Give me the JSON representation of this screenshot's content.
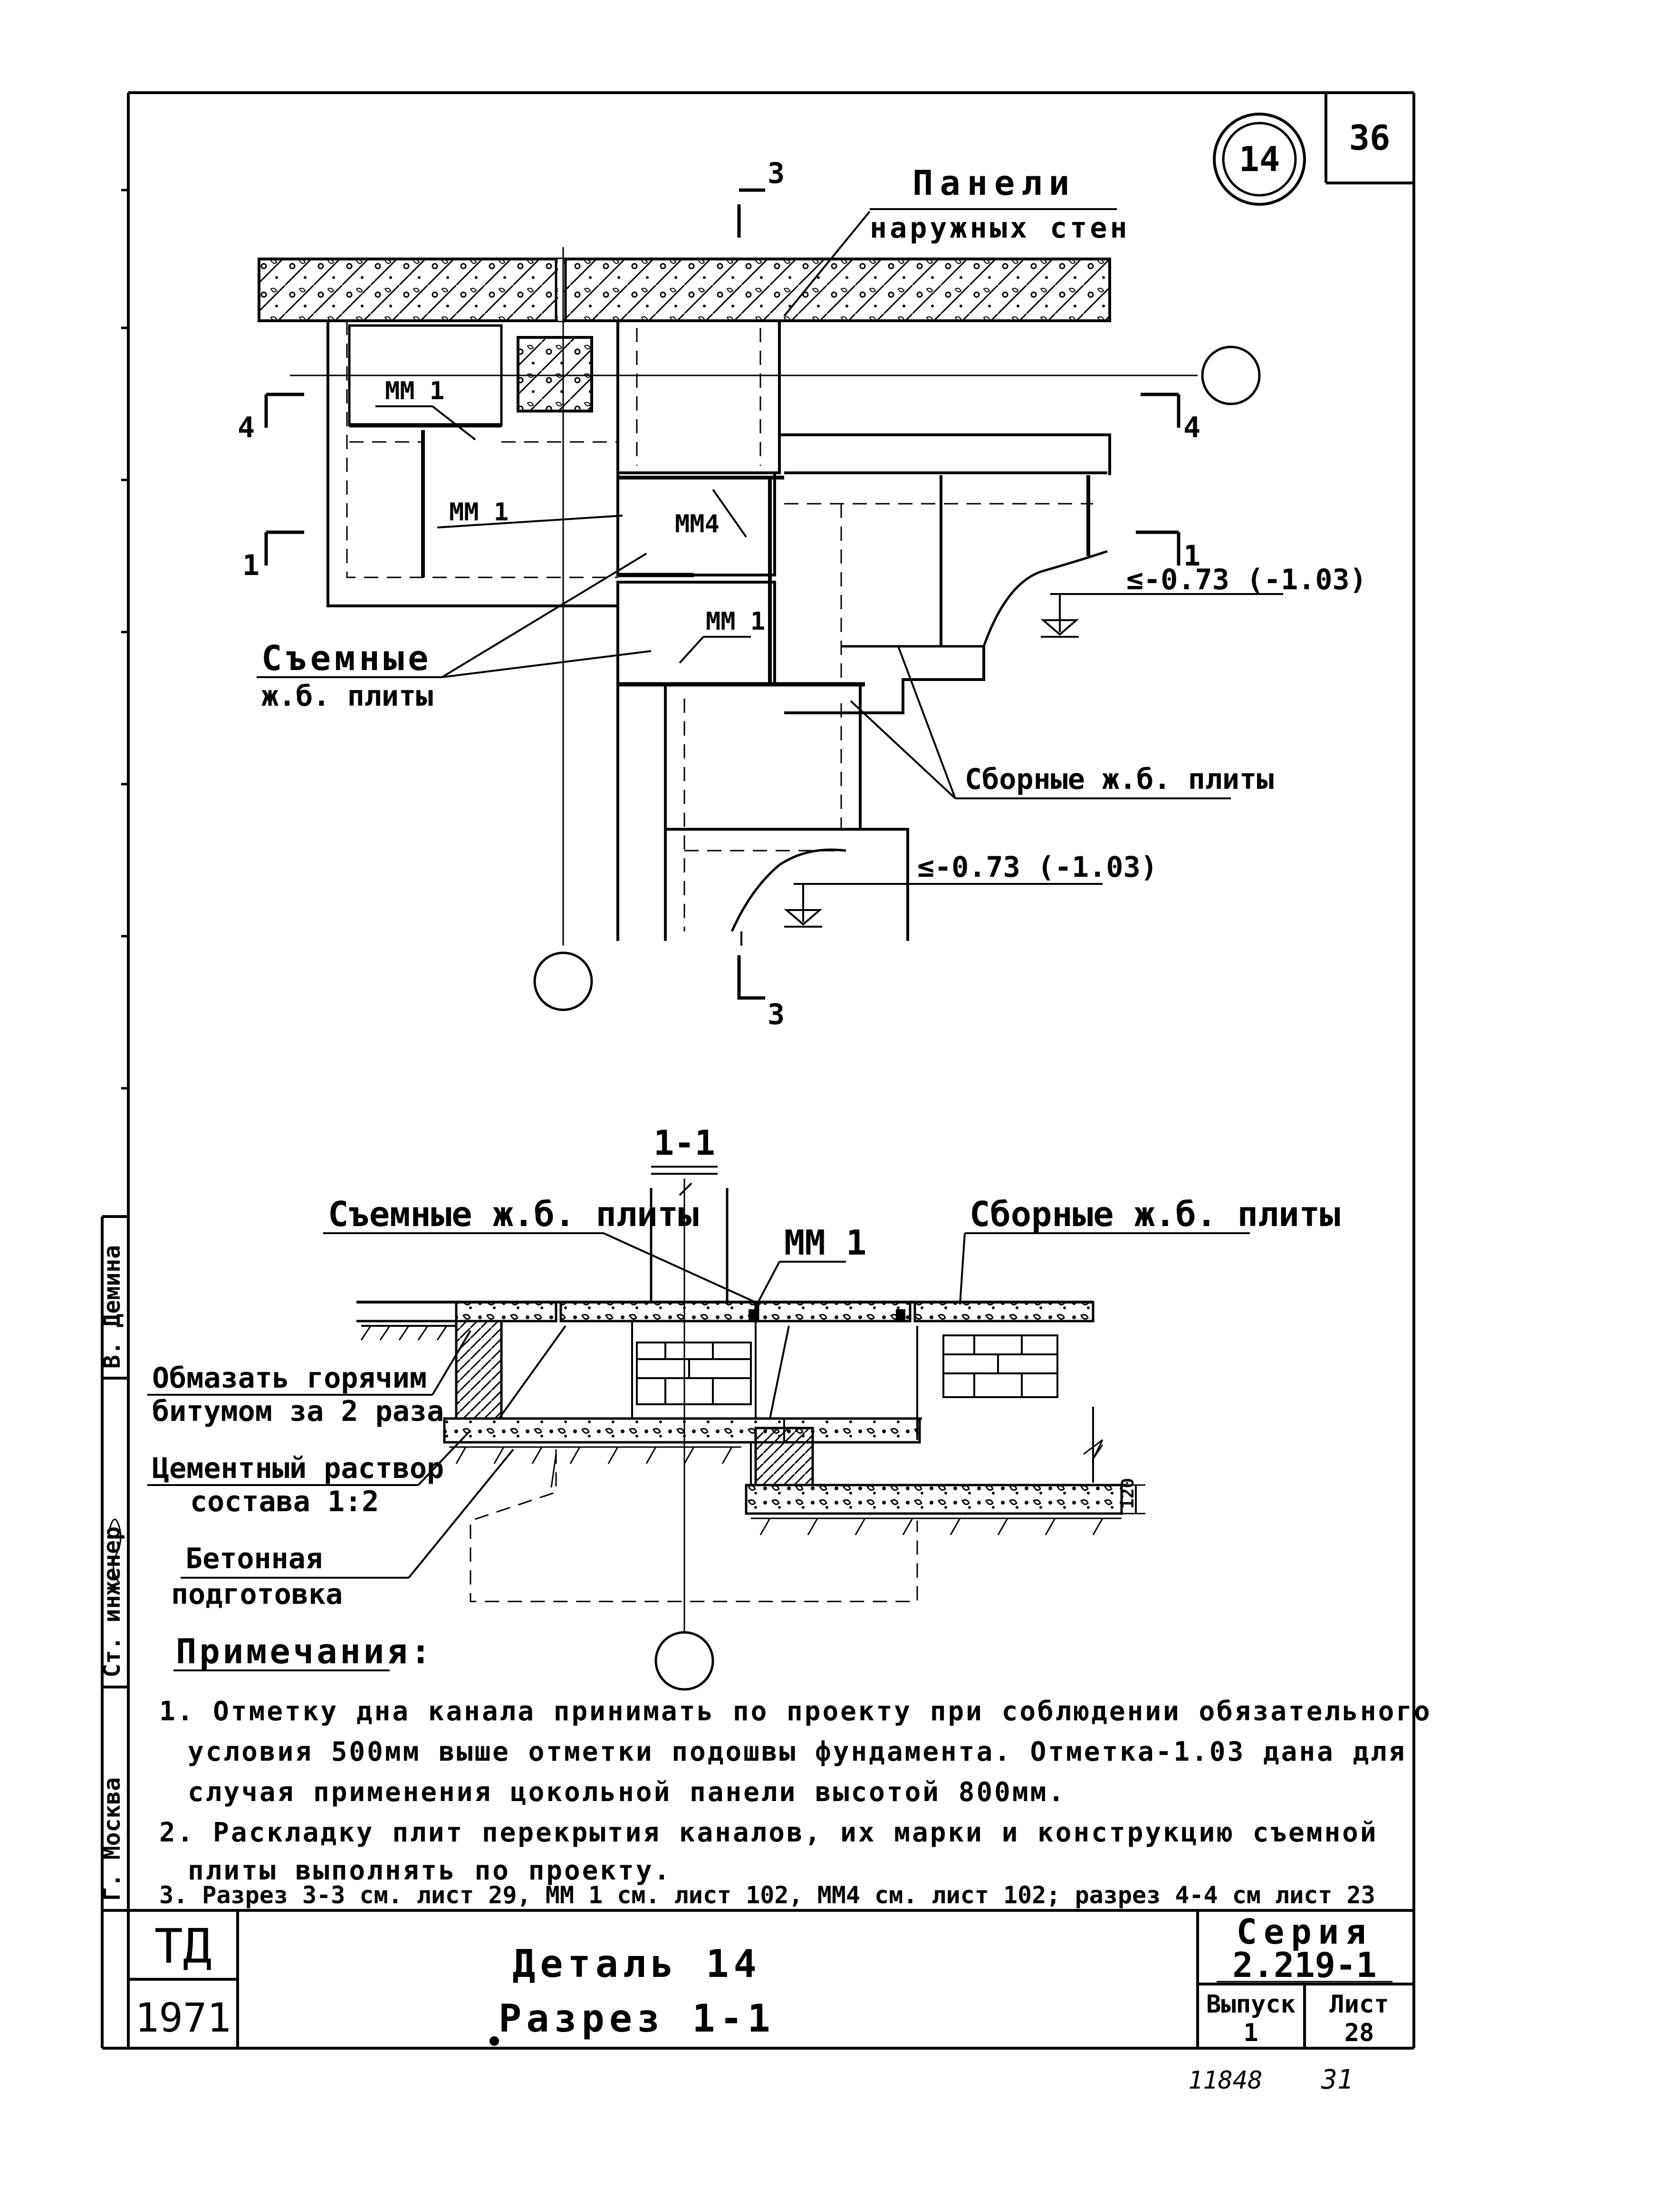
{
  "sheet": {
    "sheet_number": "36",
    "detail_circle": "14",
    "stamp_left_top": "ТД",
    "stamp_left_bottom": "1971",
    "title_line1": "Деталь 14",
    "title_line2": "Разрез 1-1",
    "series_label": "Серия",
    "series_value": "2.219-1",
    "issue_label": "Выпуск",
    "issue_value": "1",
    "list_label": "Лист",
    "list_value": "28",
    "handwritten_bottom": "11848",
    "handwritten_bottom2": "31",
    "side_stamp": [
      "Г. Москва",
      "Ст. инженер",
      "В. Демина"
    ]
  },
  "plan": {
    "label_panels_l1": "Панели",
    "label_panels_l2": "наружных стен",
    "label_removable_l1": "Съемные",
    "label_removable_l2": "ж.б. плиты",
    "label_precast": "Сборные ж.б. плиты",
    "mark_mm1_a": "ММ 1",
    "mark_mm1_b": "ММ 1",
    "mark_mm4": "ММ4",
    "mark_mm1_c": "ММ 1",
    "level_1": "≤-0.73 (-1.03)",
    "level_2": "≤-0.73 (-1.03)",
    "section_3_top": "3",
    "section_3_bottom": "3",
    "section_4_left": "4",
    "section_4_right": "4",
    "section_1_left": "1",
    "section_1_right": "1"
  },
  "section": {
    "title": "1-1",
    "label_removable": "Съемные ж.б. плиты",
    "label_mm1": "ММ 1",
    "label_precast": "Сборные ж.б. плиты",
    "label_bitumen_l1": "Обмазать горячим",
    "label_bitumen_l2": "битумом за 2 раза",
    "label_mortar_l1": "Цементный раствор",
    "label_mortar_l2": "состава 1:2",
    "label_concrete_l1": "Бетонная",
    "label_concrete_l2": "подготовка",
    "dim_120": "120"
  },
  "notes": {
    "heading": "Примечания:",
    "items": [
      "1. Отметку дна канала принимать по проекту при соблюдении обязательного",
      "условия 500мм выше отметки подошвы фундамента. Отметка-1.03 дана для",
      "случая применения цокольной панели высотой 800мм.",
      "2. Раскладку плит перекрытия каналов, их марки и конструкцию съемной",
      "плиты выполнять по проекту.",
      "3. Разрез 3-3 см. лист 29, ММ 1 см. лист 102, ММ4 см. лист 102; разрез 4-4 см лист 23"
    ]
  }
}
